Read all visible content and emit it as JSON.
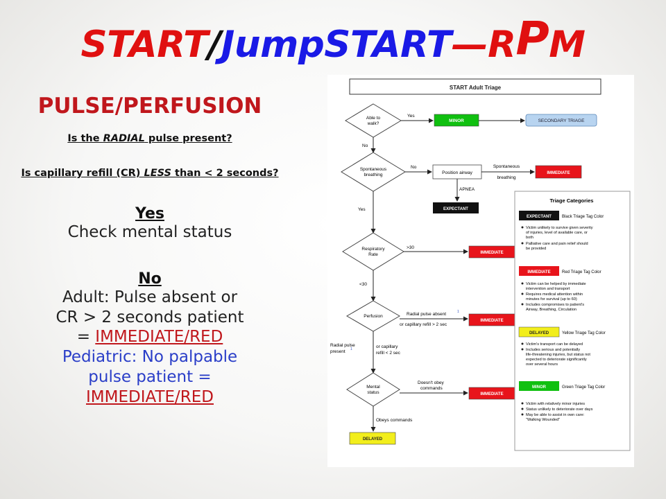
{
  "title": {
    "start": "START",
    "slash": "/",
    "jumpstart": "JumpSTART",
    "dash": "—",
    "r": "R",
    "p": "P",
    "m": "M"
  },
  "left": {
    "heading": "PULSE/PERFUSION",
    "q1_pre": "Is the ",
    "q1_em": "RADIAL",
    "q1_post": " pulse present?",
    "q2_pre": "Is capillary refill (CR) ",
    "q2_em": "LESS",
    "q2_post": " than < 2 seconds?",
    "yes_label": "Yes",
    "yes_text": "Check mental status",
    "no_label": "No",
    "adult_line1": "Adult: Pulse absent or",
    "adult_line2": "CR  > 2 seconds patient",
    "adult_eq": "= ",
    "adult_result": "IMMEDIATE/RED",
    "ped_line1": "Pediatric: No palpable",
    "ped_line2": "pulse patient =",
    "ped_result": "IMMEDIATE/RED"
  },
  "flowchart": {
    "header": "START Adult Triage",
    "d_walk_1": "Able to",
    "d_walk_2": "walk?",
    "yes": "Yes",
    "no": "No",
    "minor": "MINOR",
    "secondary": "SECONDARY TRIAGE",
    "d_breath_1": "Spontaneous",
    "d_breath_2": "breathing",
    "position_airway": "Position airway",
    "spont_1": "Spontaneous",
    "spont_2": "breathing",
    "immediate": "IMMEDIATE",
    "apnea": "APNEA",
    "expectant": "EXPECTANT",
    "d_resp_1": "Respiratory",
    "d_resp_2": "Rate",
    "gt30": ">30",
    "lt30": "<30",
    "d_perf": "Perfusion",
    "radial_absent": "Radial pulse absent",
    "sup1": "1",
    "cap_gt2": "or capillary refill > 2 sec",
    "radial_present_1": "Radial pulse",
    "radial_present_2": "present",
    "cap_lt2_1": "or capillary",
    "cap_lt2_2": "refill < 2 sec",
    "d_mental_1": "Mental",
    "d_mental_2": "status",
    "not_obey_1": "Doesn't obey",
    "not_obey_2": "commands",
    "obeys": "Obeys commands",
    "delayed": "DELAYED",
    "cat_title": "Triage Categories",
    "exp_tag": "EXPECTANT",
    "exp_color": "Black Triage Tag Color",
    "exp_b1": "Victim unlikely to survive given severity",
    "exp_b1b": "of injuries, level of available care, or",
    "exp_b1c": "both",
    "exp_b2": "Palliative care and pain relief should",
    "exp_b2b": "be provided",
    "imm_tag": "IMMEDIATE",
    "imm_color": "Red Triage Tag Color",
    "imm_b1": "Victim can be helped by immediate",
    "imm_b1b": "intervention and transport",
    "imm_b2": "Requires medical attention within",
    "imm_b2b": "minutes for survival (up to 60)",
    "imm_b3": "Includes compromises to patient's",
    "imm_b3b": "Airway, Breathing, Circulation",
    "del_tag": "DELAYED",
    "del_color": "Yellow Triage Tag Color",
    "del_b1": "Victim's transport can be delayed",
    "del_b2": "Includes serious and potentially",
    "del_b2b": "life-threatening injuries, but status not",
    "del_b2c": "expected to deteriorate significantly",
    "del_b2d": "over several hours",
    "min_tag": "MINOR",
    "min_color": "Green Triage Tag Color",
    "min_b1": "Victim with relatively minor injuries",
    "min_b2": "Status unlikely to deteriorate over days",
    "min_b3": "May be able to assist in own care:",
    "min_b3b": "\"Walking Wounded\""
  },
  "colors": {
    "title_red": "#e01010",
    "title_blue": "#1a1ae6",
    "heading_red": "#c0171c",
    "body_blue": "#2a3ec8",
    "tag_red": "#e8141b",
    "tag_green": "#10c010",
    "tag_black": "#111111",
    "tag_yellow": "#f2ee1c",
    "secondary_blue": "#b8d4f0"
  }
}
